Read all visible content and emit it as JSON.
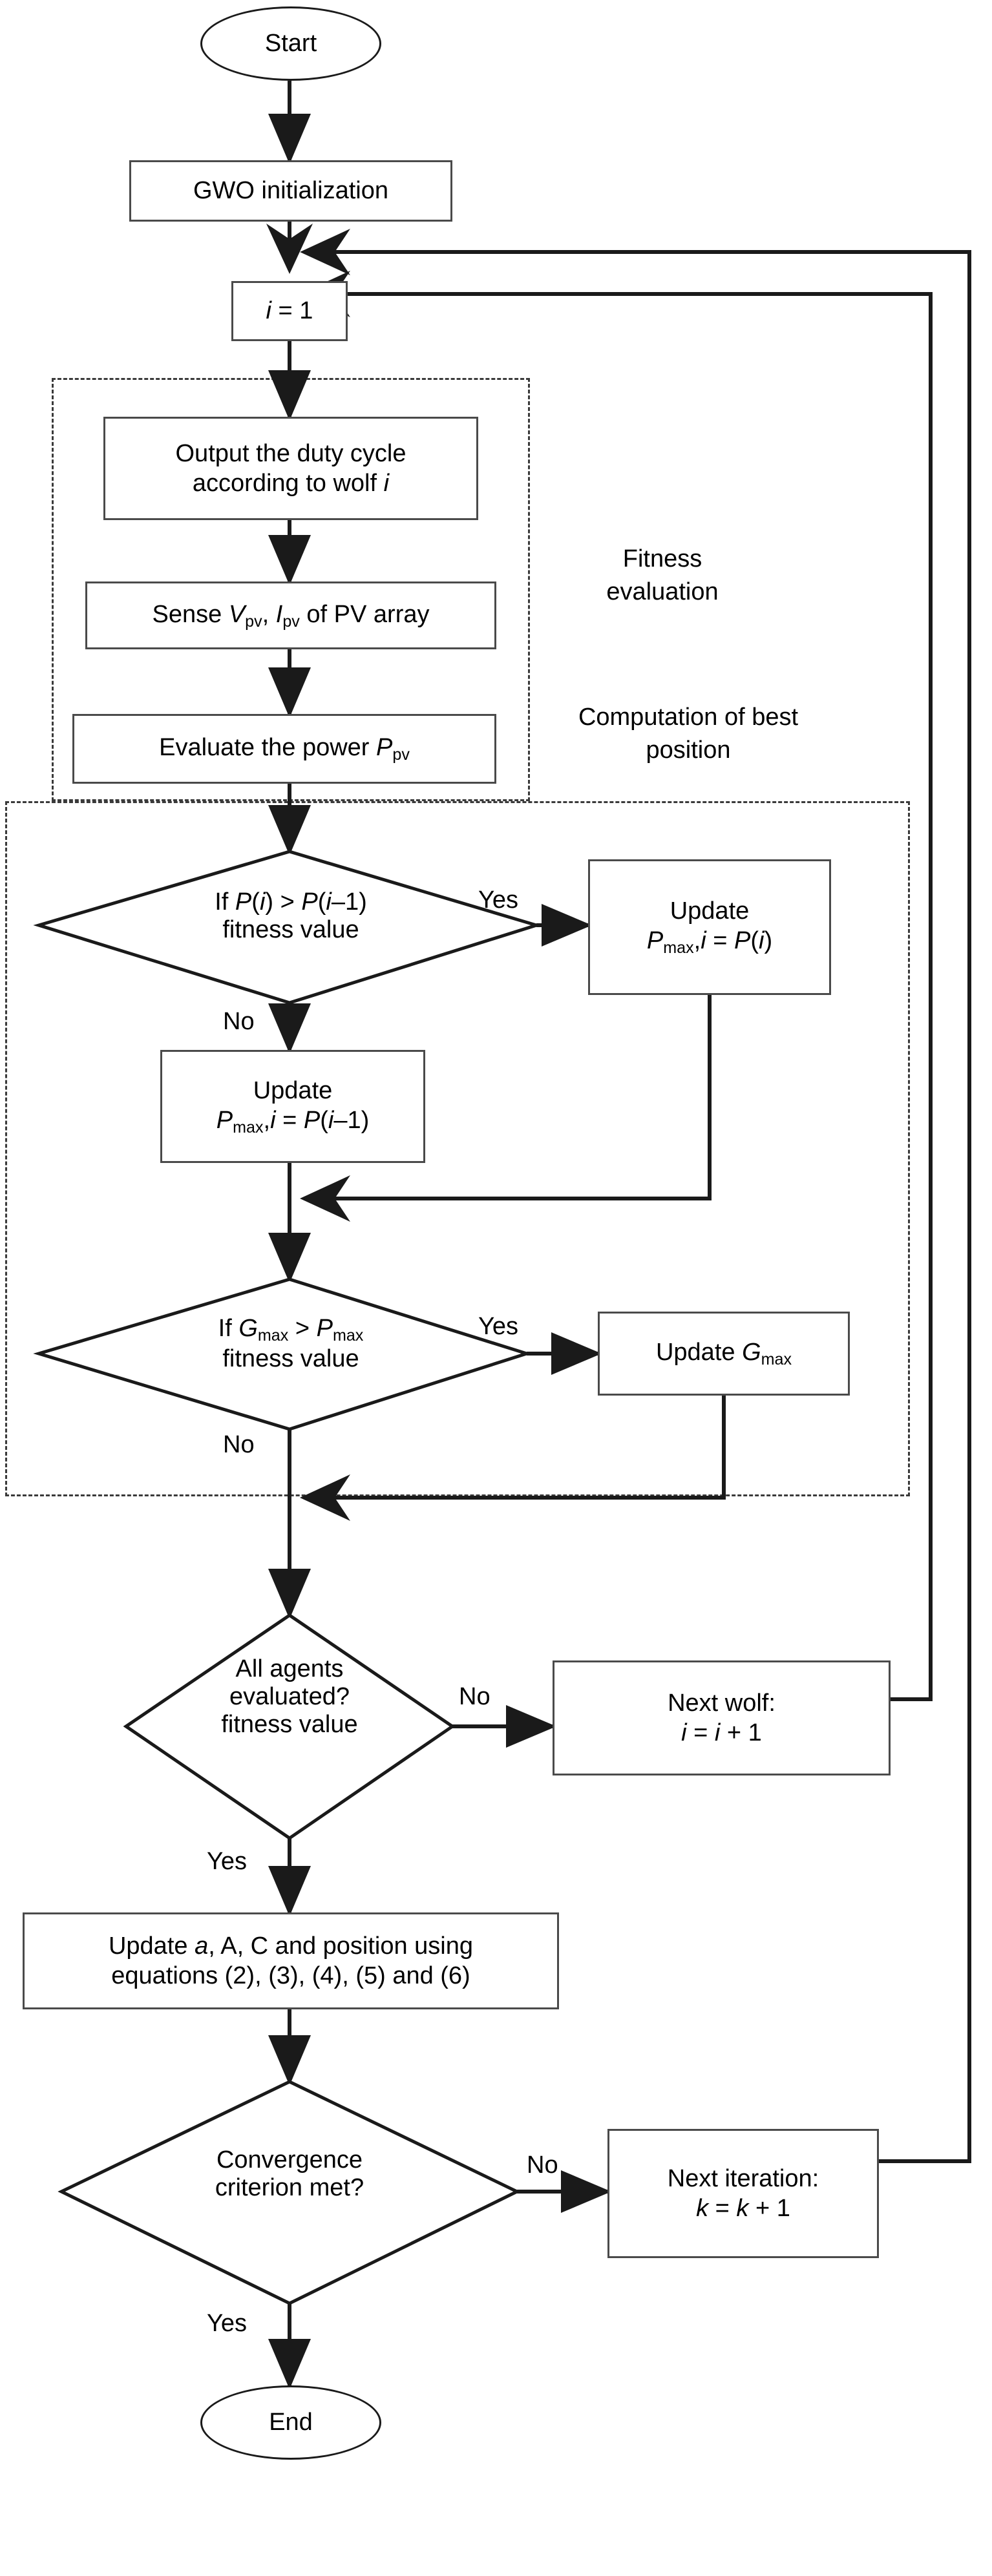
{
  "title": "GWO MPPT algorithm flowchart",
  "nodes": {
    "start": "Start",
    "gwo_init": "GWO initialization",
    "i_init_html": "<i>i</i> = 1",
    "output_duty_html": "Output the duty cycle<br>according to wolf <i>i</i>",
    "sense_html": "Sense <i>V</i><sub>pv</sub>, <i>I</i><sub>pv</sub> of PV array",
    "evaluate_power_html": "Evaluate the power <i>P</i><sub>pv</sub>",
    "decision_p_html": "If <i>P</i>(<i>i</i>) &gt; <i>P</i>(<i>i</i>&#8211;1)<br>fitness value",
    "update_pmax_yes_html": "Update<br><i>P</i><sub>max</sub>,<i>i</i> = <i>P</i>(<i>i</i>)",
    "update_pmax_no_html": "Update<br><i>P</i><sub>max</sub>,<i>i</i> = <i>P</i>(<i>i</i>&#8211;1)",
    "decision_g_html": "If <i>G</i><sub>max</sub> &gt; <i>P</i><sub>max</sub><br>fitness value",
    "update_gmax_html": "Update <i>G</i><sub>max</sub>",
    "decision_agents_html": "All agents<br>evaluated?<br>fitness value",
    "next_wolf_html": "Next wolf:<br><i>i</i> = <i>i</i> + 1",
    "update_pos_html": "Update <i>a</i>, A, C and position using<br>equations (2), (3), (4), (5) and (6)",
    "decision_conv_html": "Convergence<br>criterion met?",
    "next_iter_html": "Next iteration:<br><i>k</i> = <i>k</i> + 1",
    "end": "End"
  },
  "edge_labels": {
    "yes_p": "Yes",
    "no_p": "No",
    "yes_g": "Yes",
    "no_g": "No",
    "no_agents": "No",
    "yes_agents": "Yes",
    "no_conv": "No",
    "yes_conv": "Yes"
  },
  "group_labels": {
    "fitness_evaluation": "Fitness\nevaluation",
    "computation_best_position": "Computation of best\nposition"
  },
  "colors": {
    "box_stroke": "#4a4a4a",
    "diamond_stroke": "#1a1a1a",
    "wire": "#1a1a1a",
    "dashed_group": "#3a3a3a",
    "background": "#ffffff",
    "text": "#000000"
  }
}
